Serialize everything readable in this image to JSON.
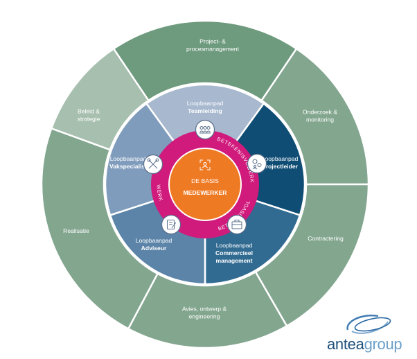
{
  "outer_ring": [
    {
      "id": "project",
      "lines": [
        "Project- &",
        "procesmanagement"
      ]
    },
    {
      "id": "onderzoek",
      "lines": [
        "Onderzoek &",
        "monitoring"
      ]
    },
    {
      "id": "contractering",
      "lines": [
        "Contractering"
      ]
    },
    {
      "id": "advies",
      "lines": [
        "Avies, ontwerp &",
        "engineering"
      ]
    },
    {
      "id": "realisatie",
      "lines": [
        "Realisatie"
      ]
    },
    {
      "id": "beleid",
      "lines": [
        "Beleid &",
        "strategie"
      ]
    }
  ],
  "middle_ring": [
    {
      "id": "teamleiding",
      "prefix": "Loopbaanpad",
      "name": "Teamleiding",
      "icon": "team-icon"
    },
    {
      "id": "projectleider",
      "prefix": "Loopbaanpad",
      "name": "Projectleider",
      "icon": "gears-people-icon"
    },
    {
      "id": "commercieel",
      "prefix": "Loopbaanpad",
      "name": "Commercieel management",
      "name_lines": [
        "Commercieel",
        "management"
      ],
      "icon": "briefcase-icon"
    },
    {
      "id": "adviseur",
      "prefix": "Loopbaanpad",
      "name": "Adviseur",
      "icon": "document-pen-icon"
    },
    {
      "id": "vakspecialist",
      "prefix": "Loopbaanpad",
      "name": "Vakspecialist",
      "icon": "tools-icon"
    }
  ],
  "pink_ring": {
    "top_label": "BETEKENISVOL",
    "bottom_label": "BETEKENISVOL",
    "right_label": "WERK",
    "left_label": "WERK"
  },
  "center": {
    "subtitle": "DE BASIS",
    "title": "MEDEWERKER",
    "icon": "focus-person-icon"
  },
  "logo": {
    "word_a": "antea",
    "word_b": "group",
    "icon": "antea-swirl-icon"
  },
  "colors": {
    "outer": "#83a68f",
    "outer_top": "#6e9a7e",
    "outer_light": "#a7bfae",
    "teamleiding": "#a7b8cf",
    "projectleider": "#0f4d75",
    "commercieel": "#316b92",
    "adviseur": "#5b84a8",
    "vakspecialist": "#7f9cbc",
    "pink": "#d01a7c",
    "center": "#ef7a24",
    "icon_stroke": "#5b6f8c"
  }
}
